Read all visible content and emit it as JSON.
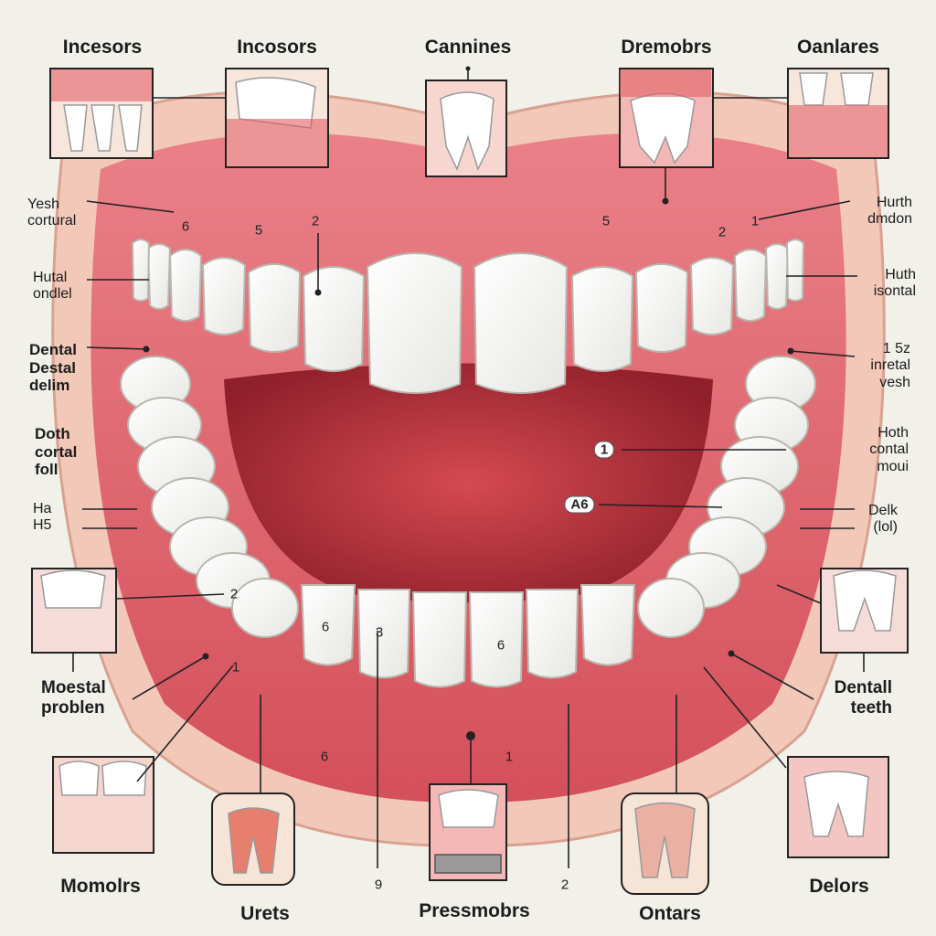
{
  "colors": {
    "background": "#f1f0e9",
    "gum": "#e4666c",
    "gum_dark": "#b8323d",
    "mouth_interior": "#b92d38",
    "tooth": "#fbfaf7",
    "lip": "#f2c9b9",
    "card_border": "#222222"
  },
  "top_labels": [
    "Incesors",
    "Incosors",
    "Cannines",
    "Dremobrs",
    "Oanlares"
  ],
  "bottom_labels": [
    "Momolrs",
    "Urets",
    "Pressmobrs",
    "Ontars",
    "Delors"
  ],
  "left_labels": [
    [
      "Yesh",
      "cortural"
    ],
    [
      "Hutal",
      "ondlel"
    ],
    [
      "Dental",
      "Destal",
      "delim"
    ],
    [
      "Doth",
      "cortal",
      "foll"
    ],
    [
      "Ha",
      "H5"
    ],
    [
      "Moestal",
      "problen"
    ]
  ],
  "right_labels": [
    [
      "Hurth",
      "dmdon"
    ],
    [
      "Huth",
      "isontal"
    ],
    [
      "1 5z",
      "inretal",
      "vesh"
    ],
    [
      "Hoth",
      "contal",
      "moui"
    ],
    [
      "Delk",
      "(lol)"
    ],
    [
      "Dentall",
      "teeth"
    ]
  ],
  "numbers": [
    {
      "text": "6",
      "boxed": false
    },
    {
      "text": "5",
      "boxed": false
    },
    {
      "text": "2",
      "boxed": false
    },
    {
      "text": "5",
      "boxed": false
    },
    {
      "text": "2",
      "boxed": false
    },
    {
      "text": "1",
      "boxed": false
    },
    {
      "text": "1",
      "boxed": true
    },
    {
      "text": "A6",
      "boxed": true
    },
    {
      "text": "2",
      "boxed": false
    },
    {
      "text": "1",
      "boxed": false
    },
    {
      "text": "6",
      "boxed": false
    },
    {
      "text": "6",
      "boxed": false
    },
    {
      "text": "1",
      "boxed": false
    },
    {
      "text": "9",
      "boxed": false
    },
    {
      "text": "2",
      "boxed": false
    },
    {
      "text": "6",
      "boxed": false
    },
    {
      "text": "3",
      "boxed": false
    }
  ]
}
